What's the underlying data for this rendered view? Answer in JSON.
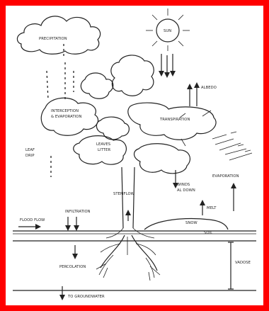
{
  "diagram": {
    "border_color": "#ff0000",
    "labels": {
      "precipitation": "PRECIPITATION",
      "sun": "SUN",
      "albedo": "ALBEDO",
      "interception": "INTERCEPTION",
      "interception_evap": "& EVAPORATION",
      "transpiration": "TRANSPIRATION",
      "leaf_drip": "LEAF",
      "leaf_drip_2": "DRIP",
      "leaf_litter": "LITTER",
      "leaf_litter_top": "LEAVES",
      "stemflow": "STEMFLOW",
      "wind": "WINDS",
      "wind_2": "AL DOWN",
      "evaporation": "EVAPORATION",
      "flood_flow": "FLOOD FLOW",
      "infiltration": "INFILTRATION",
      "snow": "SNOW",
      "soil": "SOIL",
      "melt": "MELT",
      "percolation": "PERCOLATION",
      "vadose": "VADOSE",
      "to_groundwater": "TO GROUNDWATER"
    }
  }
}
